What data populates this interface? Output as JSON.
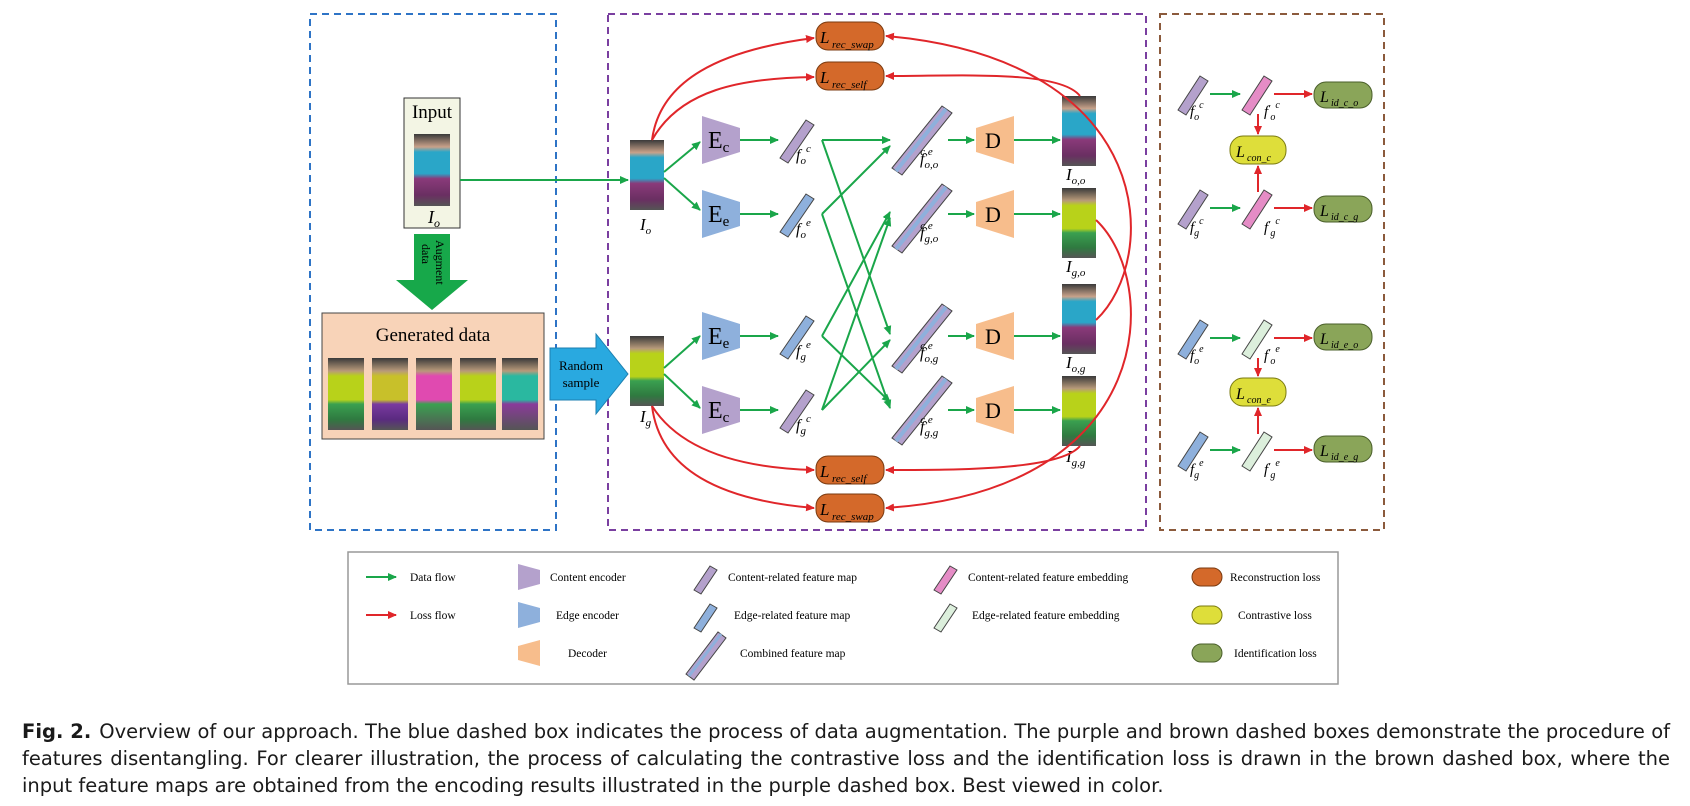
{
  "augment": {
    "input_label": "Input",
    "io_label": "I",
    "io_sub": "o",
    "augment_text": [
      "Augment",
      "data"
    ],
    "generated_label": "Generated data",
    "random_text": [
      "Random",
      "sample"
    ]
  },
  "encoders": {
    "ec_main": "E",
    "ec_sub": "c",
    "ee_sub": "e",
    "decoder": "D"
  },
  "features": {
    "f": "f",
    "fprime": "f′"
  },
  "losses": {
    "rec_swap_sub": "rec_swap",
    "rec_self_sub": "rec_self",
    "id_c_o_sub": "id_c_o",
    "id_c_g_sub": "id_c_g",
    "id_e_o_sub": "id_e_o",
    "id_e_g_sub": "id_e_g",
    "con_c_sub": "con_c",
    "con_e_sub": "con_e",
    "L": "L"
  },
  "outputs": {
    "oo": "o,o",
    "go": "g,o",
    "og": "o,g",
    "gg": "g,g"
  },
  "legend": {
    "data_flow": "Data flow",
    "loss_flow": "Loss flow",
    "content_encoder": "Content encoder",
    "edge_encoder": "Edge encoder",
    "decoder": "Decoder",
    "content_feature_map": "Content-related feature map",
    "edge_feature_map": "Edge-related feature  map",
    "combined_feature_map": "Combined feature  map",
    "content_embedding": "Content-related feature embedding",
    "edge_embedding": "Edge-related feature  embedding",
    "reconstruction_loss": "Reconstruction loss",
    "contrastive_loss": "Contrastive loss",
    "identification_loss": "Identification loss"
  },
  "caption": {
    "label": "Fig. 2.",
    "text": "Overview of our approach. The blue dashed box indicates the process of data augmentation. The purple and brown dashed boxes demonstrate the procedure of features disentangling. For clearer illustration, the process of calculating the contrastive loss and the identification loss is drawn in the brown dashed box, where the input feature maps are obtained from the encoding results illustrated in the purple dashed box. Best viewed in color."
  },
  "colors": {
    "blue_box": "#2e74c6",
    "purple_box": "#7a3fa0",
    "brown_box": "#8b5a3c",
    "green_flow": "#1aa64a",
    "red_flow": "#e0262a",
    "content_enc": "#b4a1cc",
    "edge_enc": "#8eb0dc",
    "decoder": "#f7bd8c",
    "rec_loss": "#d4692a",
    "con_loss": "#dede3a",
    "id_loss": "#8aa559"
  }
}
